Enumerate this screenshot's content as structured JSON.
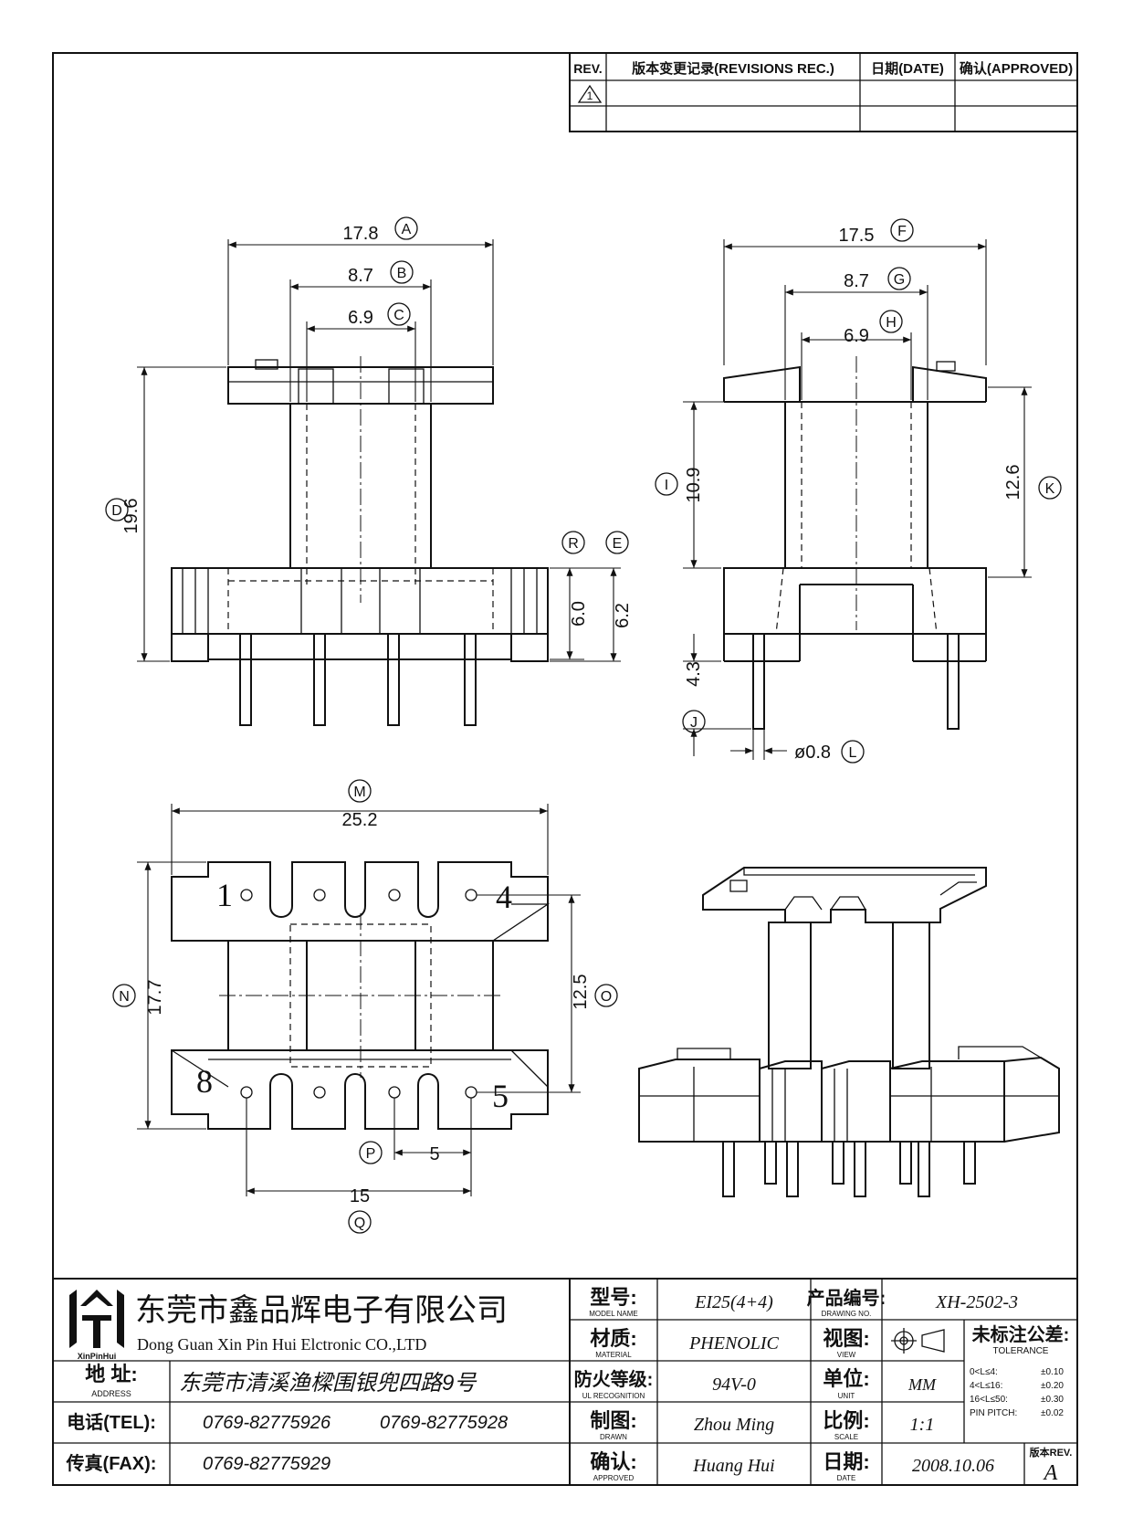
{
  "revision_block": {
    "headers": {
      "rev": "REV.",
      "record": "版本变更记录(REVISIONS REC.)",
      "date": "日期(DATE)",
      "approved": "确认(APPROVED)"
    },
    "rows": [
      {
        "rev": "1",
        "record": "",
        "date": "",
        "approved": ""
      },
      {
        "rev": "",
        "record": "",
        "date": "",
        "approved": ""
      }
    ]
  },
  "front_view": {
    "width_a": {
      "value": "17.8",
      "tag": "A"
    },
    "width_b": {
      "value": "8.7",
      "tag": "B"
    },
    "width_c": {
      "value": "6.9",
      "tag": "C"
    },
    "height_d": {
      "value": "19.6",
      "tag": "D"
    },
    "base_r": {
      "value": "6.0",
      "tag": "R"
    },
    "base_e": {
      "value": "6.2",
      "tag": "E"
    }
  },
  "side_view": {
    "width_f": {
      "value": "17.5",
      "tag": "F"
    },
    "width_g": {
      "value": "8.7",
      "tag": "G"
    },
    "width_h": {
      "value": "6.9",
      "tag": "H"
    },
    "height_i": {
      "value": "10.9",
      "tag": "I"
    },
    "height_k": {
      "value": "12.6",
      "tag": "K"
    },
    "pin_j": {
      "value": "4.3",
      "tag": "J"
    },
    "pin_dia_l": {
      "value": "ø0.8",
      "tag": "L"
    }
  },
  "bottom_view": {
    "width_m": {
      "value": "25.2",
      "tag": "M"
    },
    "depth_n": {
      "value": "17.7",
      "tag": "N"
    },
    "inner_o": {
      "value": "12.5",
      "tag": "O"
    },
    "pitch_p": {
      "value": "5",
      "tag": "P"
    },
    "span_q": {
      "value": "15",
      "tag": "Q"
    },
    "pin_labels": {
      "p1": "1",
      "p4": "4",
      "p5": "5",
      "p8": "8"
    }
  },
  "title_block": {
    "logo_text": "XinPinHui",
    "company_cn": "东莞市鑫品辉电子有限公司",
    "company_en": "Dong Guan Xin Pin Hui Elctronic CO.,LTD",
    "address_label": "地 址:",
    "address_sub": "ADDRESS",
    "address": "东莞市清溪渔樑围银兜四路9号",
    "tel_label": "电话(TEL):",
    "tel1": "0769-82775926",
    "tel2": "0769-82775928",
    "fax_label": "传真(FAX):",
    "fax": "0769-82775929",
    "model_label": "型号:",
    "model_sub": "MODEL NAME",
    "model": "EI25(4+4)",
    "material_label": "材质:",
    "material_sub": "MATERIAL",
    "material": "PHENOLIC",
    "ul_label": "防火等级:",
    "ul_sub": "UL RECOGNITION",
    "ul": "94V-0",
    "drawn_label": "制图:",
    "drawn_sub": "DRAWN",
    "drawn": "Zhou Ming",
    "approved_label": "确认:",
    "approved_sub": "APPROVED",
    "approved": "Huang Hui",
    "drawing_no_label": "产品编号:",
    "drawing_no_sub": "DRAWING NO.",
    "drawing_no": "XH-2502-3",
    "view_label": "视图:",
    "view_sub": "VIEW",
    "unit_label": "单位:",
    "unit_sub": "UNIT",
    "unit": "MM",
    "scale_label": "比例:",
    "scale_sub": "SCALE",
    "scale": "1:1",
    "date_label": "日期:",
    "date_sub": "DATE",
    "date": "2008.10.06",
    "tolerance_title": "未标注公差:",
    "tolerance_sub": "TOLERANCE",
    "tolerance_rows": [
      {
        "range": "0<L≤4:",
        "value": "±0.10"
      },
      {
        "range": "4<L≤16:",
        "value": "±0.20"
      },
      {
        "range": "16<L≤50:",
        "value": "±0.30"
      },
      {
        "range": "PIN PITCH:",
        "value": "±0.02"
      }
    ],
    "rev_label": "版本REV.",
    "rev": "A"
  }
}
